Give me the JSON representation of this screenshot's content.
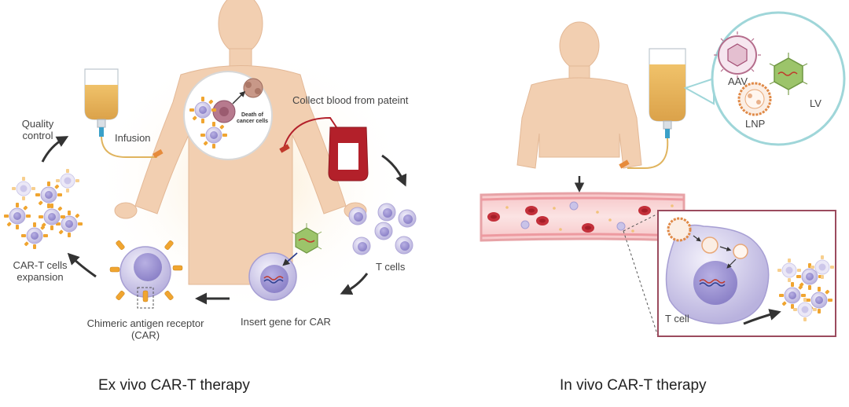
{
  "left": {
    "caption": "Ex vivo CAR-T therapy",
    "labels": {
      "quality_control_1": "Quality",
      "quality_control_2": "control",
      "infusion": "Infusion",
      "death_1": "Death of",
      "death_2": "cancer cells",
      "collect_blood": "Collect blood from pateint",
      "t_cells": "T cells",
      "insert_gene": "Insert gene for CAR",
      "car_1": "Chimeric antigen receptor",
      "car_2": "(CAR)",
      "expansion_1": "CAR-T cells",
      "expansion_2": "expansion"
    }
  },
  "right": {
    "caption": "In vivo CAR-T therapy",
    "labels": {
      "aav": "AAV",
      "lv": "LV",
      "lnp": "LNP",
      "t_cell": "T cell"
    }
  },
  "colors": {
    "skin": "#f2cfb1",
    "blood": "#b3202a",
    "iv_fluid": "#e9b85a",
    "cell_lilac": "#c9c3e8",
    "car_orange": "#f0a530",
    "virus_green": "#9cc46a",
    "vessel": "#f6c2c4"
  }
}
